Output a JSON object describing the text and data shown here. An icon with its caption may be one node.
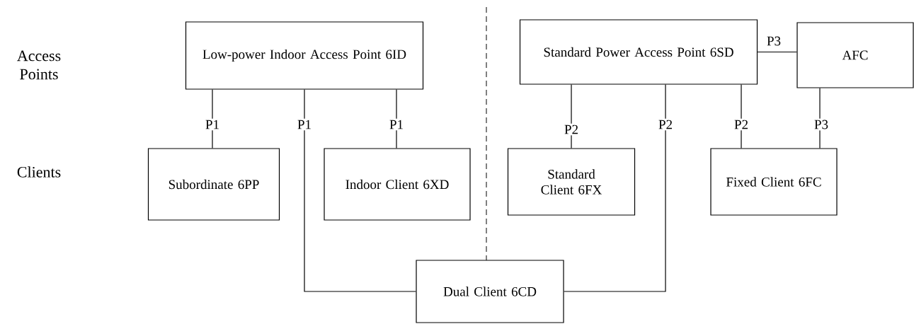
{
  "diagram": {
    "nodes": [
      {
        "text": [
          "Low-power Indoor Access Point 6ID"
        ]
      },
      {
        "text": [
          "Standard Power Access Point 6SD"
        ]
      },
      {
        "text": [
          "AFC"
        ]
      },
      {
        "text": [
          "Subordinate 6PP"
        ]
      },
      {
        "text": [
          "Indoor Client 6XD"
        ]
      },
      {
        "text": [
          "Standard Client 6FX"
        ]
      },
      {
        "text": [
          "Fixed Client 6FC"
        ]
      },
      {
        "text": [
          "Dual Client 6CD"
        ]
      }
    ],
    "edges": [
      {
        "from": 0,
        "to": 3,
        "arrow": "none",
        "label": "P1"
      },
      {
        "from": 0,
        "to": 7,
        "arrow": "none",
        "label": "P1"
      },
      {
        "from": 0,
        "to": 4,
        "arrow": "none",
        "label": "P1"
      },
      {
        "from": 1,
        "to": 5,
        "arrow": "none",
        "label": "P2"
      },
      {
        "from": 1,
        "to": 7,
        "arrow": "none",
        "label": "P2"
      },
      {
        "from": 1,
        "to": 6,
        "arrow": "none",
        "label": "P2"
      },
      {
        "from": 2,
        "to": 6,
        "arrow": "none",
        "label": "P3"
      },
      {
        "from": 1,
        "to": 2,
        "arrow": "none",
        "label": "P3"
      }
    ],
    "labels": [
      "Access Points",
      "Clients"
    ]
  }
}
